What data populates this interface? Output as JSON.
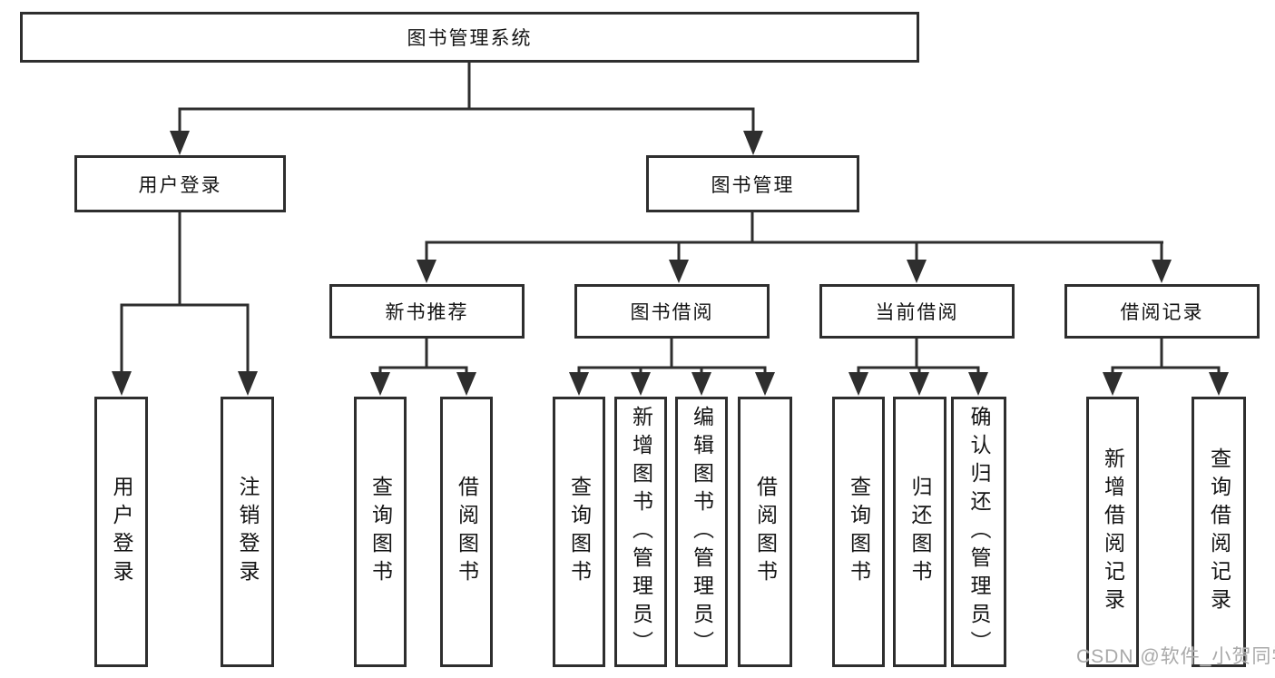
{
  "colors": {
    "line": "#2e2e2e",
    "box_border": "#2e2e2e",
    "box_fill": "#ffffff",
    "text": "#141414",
    "watermark": "#a9a9a9",
    "background": "#ffffff"
  },
  "watermark": {
    "text": "CSDN @软件_小贺同学"
  },
  "tree": {
    "root": {
      "label": "图书管理系统",
      "children": [
        {
          "label": "用户登录",
          "children": [
            {
              "label": "用户登录"
            },
            {
              "label": "注销登录"
            }
          ]
        },
        {
          "label": "图书管理",
          "children": [
            {
              "label": "新书推荐",
              "children": [
                {
                  "label": "查询图书"
                },
                {
                  "label": "借阅图书"
                }
              ]
            },
            {
              "label": "图书借阅",
              "children": [
                {
                  "label": "查询图书"
                },
                {
                  "label": "新增图书（管理员）"
                },
                {
                  "label": "编辑图书（管理员）"
                },
                {
                  "label": "借阅图书"
                }
              ]
            },
            {
              "label": "当前借阅",
              "children": [
                {
                  "label": "查询图书"
                },
                {
                  "label": "归还图书"
                },
                {
                  "label": "确认归还（管理员）"
                }
              ]
            },
            {
              "label": "借阅记录",
              "children": [
                {
                  "label": "新增借阅记录"
                },
                {
                  "label": "查询借阅记录"
                }
              ]
            }
          ]
        }
      ]
    }
  }
}
